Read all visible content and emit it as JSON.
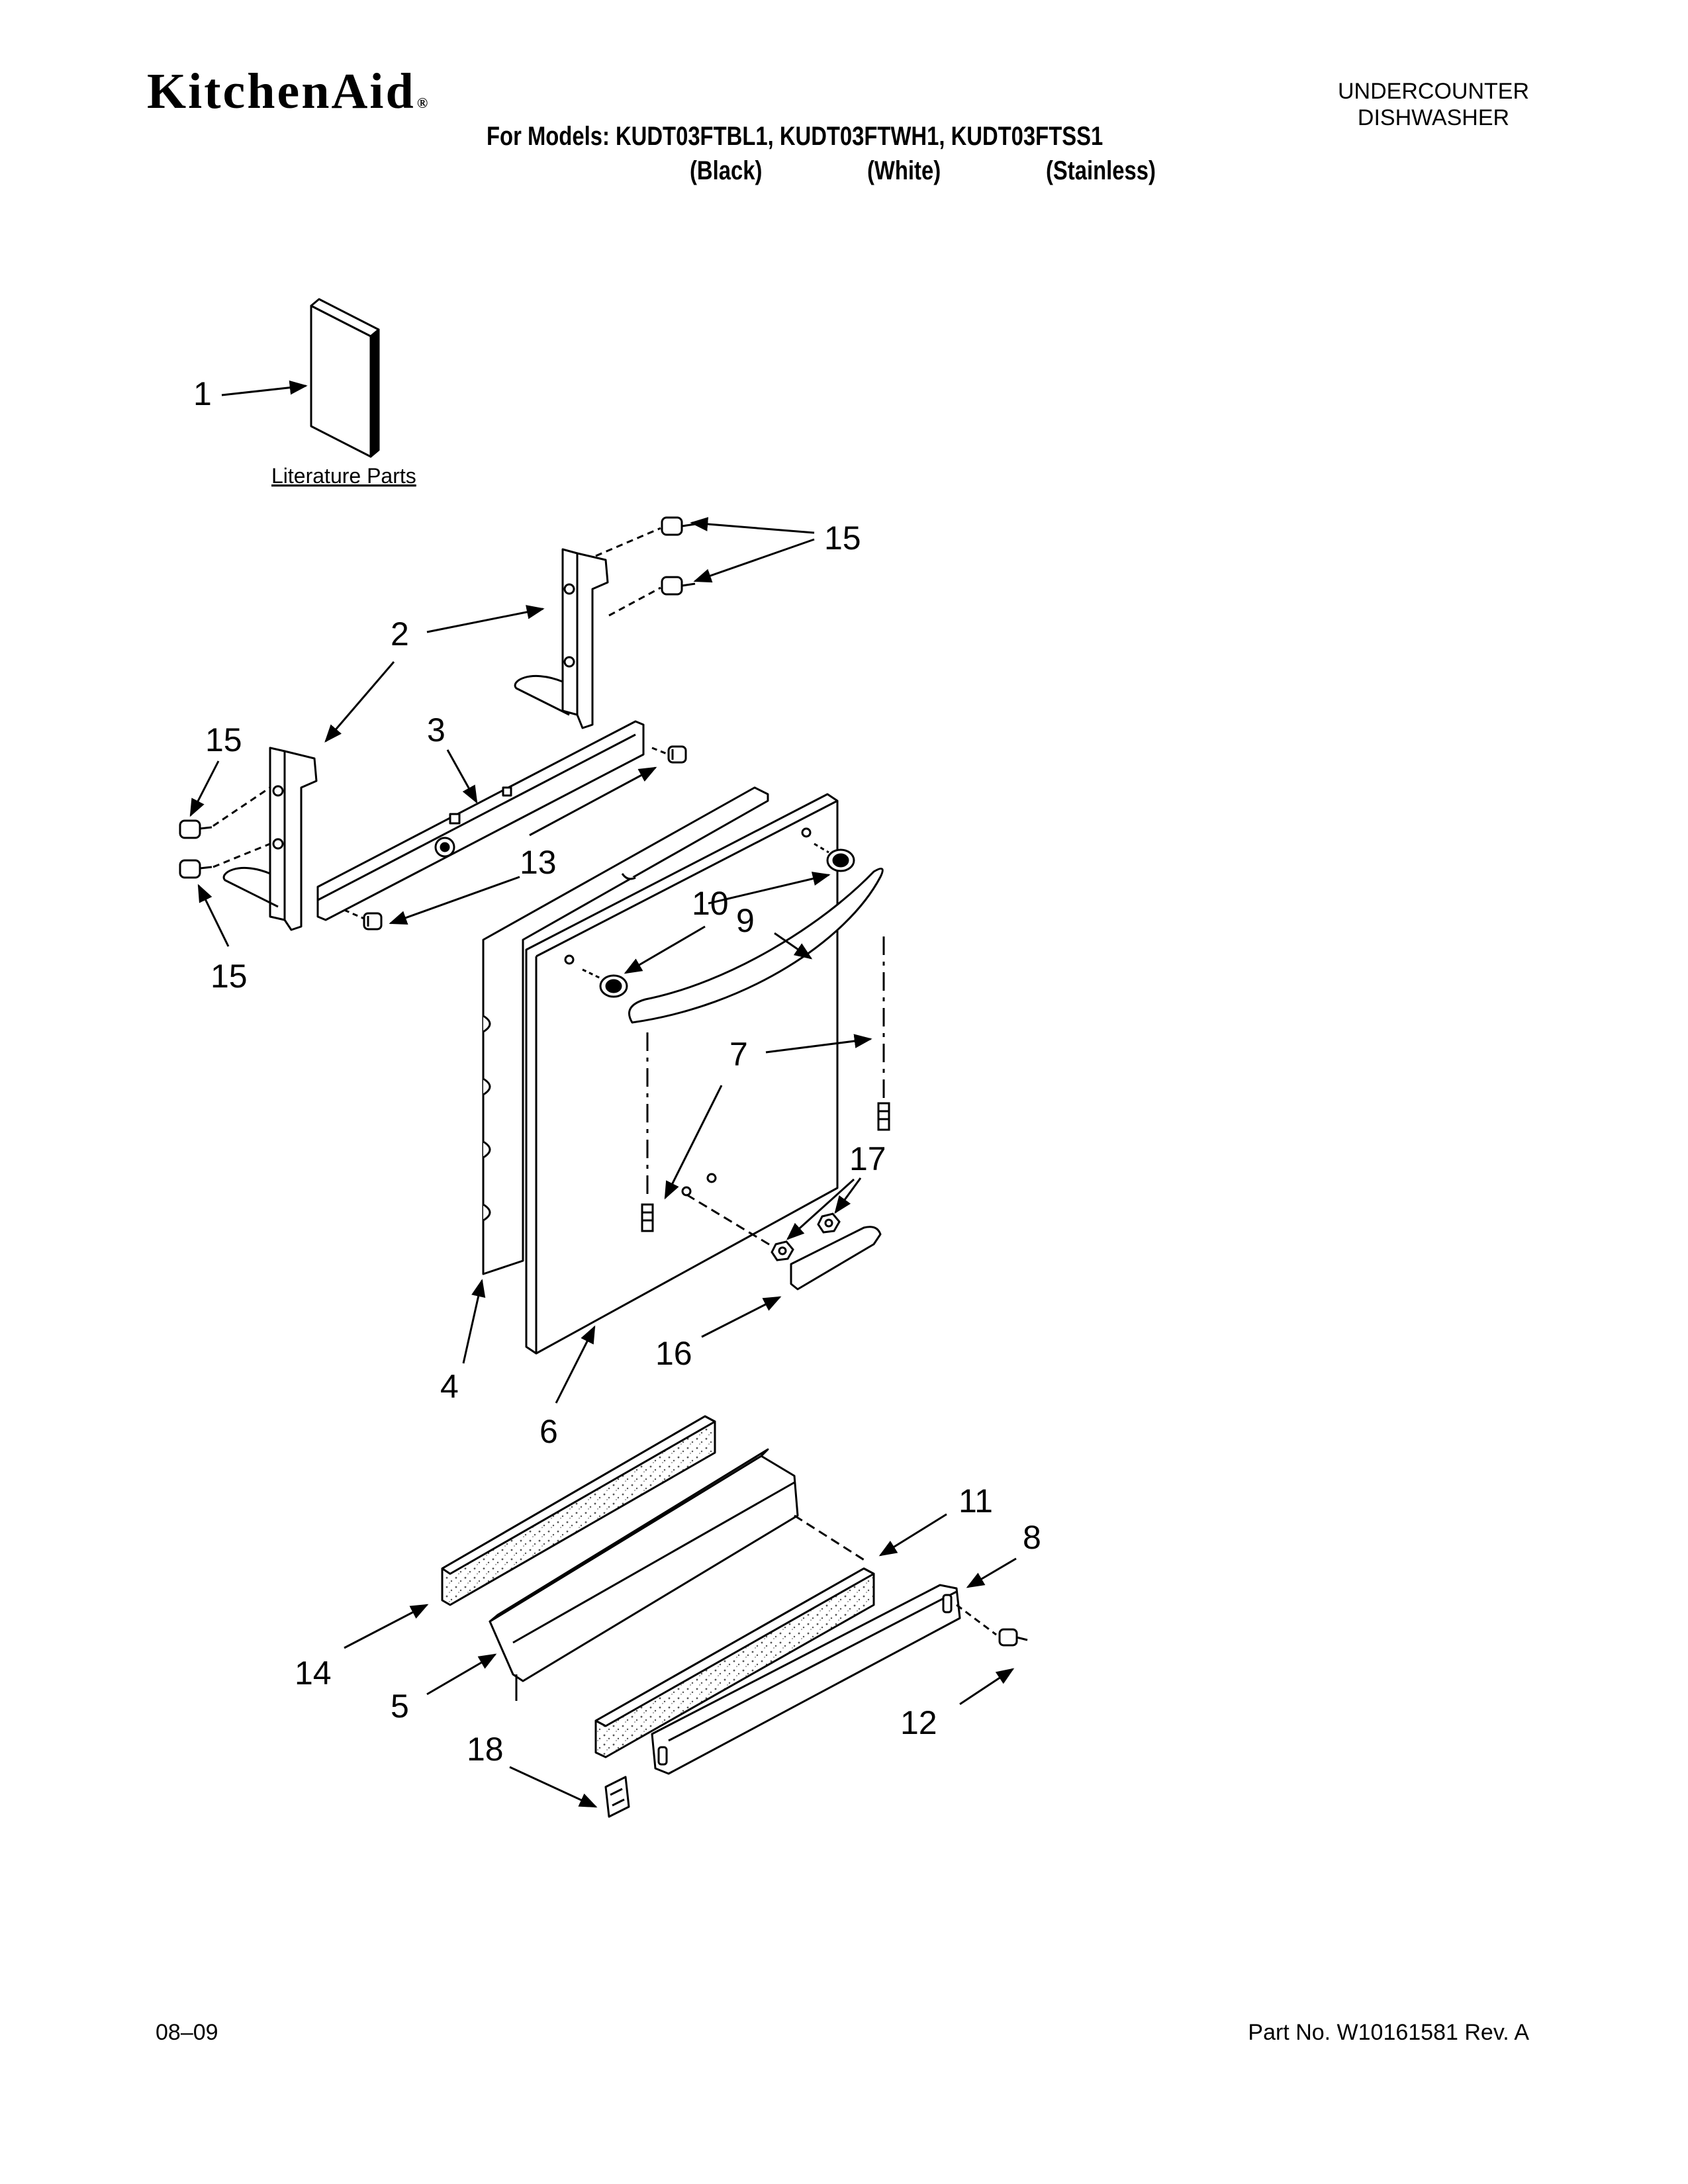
{
  "header": {
    "brand": "KitchenAid",
    "brand_mark": "®",
    "category_line1": "UNDERCOUNTER",
    "category_line2": "DISHWASHER",
    "models_line": "For Models: KUDT03FTBL1, KUDT03FTWH1, KUDT03FTSS1",
    "colors": [
      "(Black)",
      "(White)",
      "(Stainless)"
    ]
  },
  "diagram": {
    "literature_label": "Literature Parts",
    "callouts": [
      "1",
      "2",
      "3",
      "4",
      "5",
      "6",
      "7",
      "8",
      "9",
      "10",
      "11",
      "12",
      "13",
      "14",
      "15",
      "16",
      "17",
      "18"
    ]
  },
  "footer": {
    "date": "08–09",
    "part_number": "Part No. W10161581 Rev. A"
  }
}
